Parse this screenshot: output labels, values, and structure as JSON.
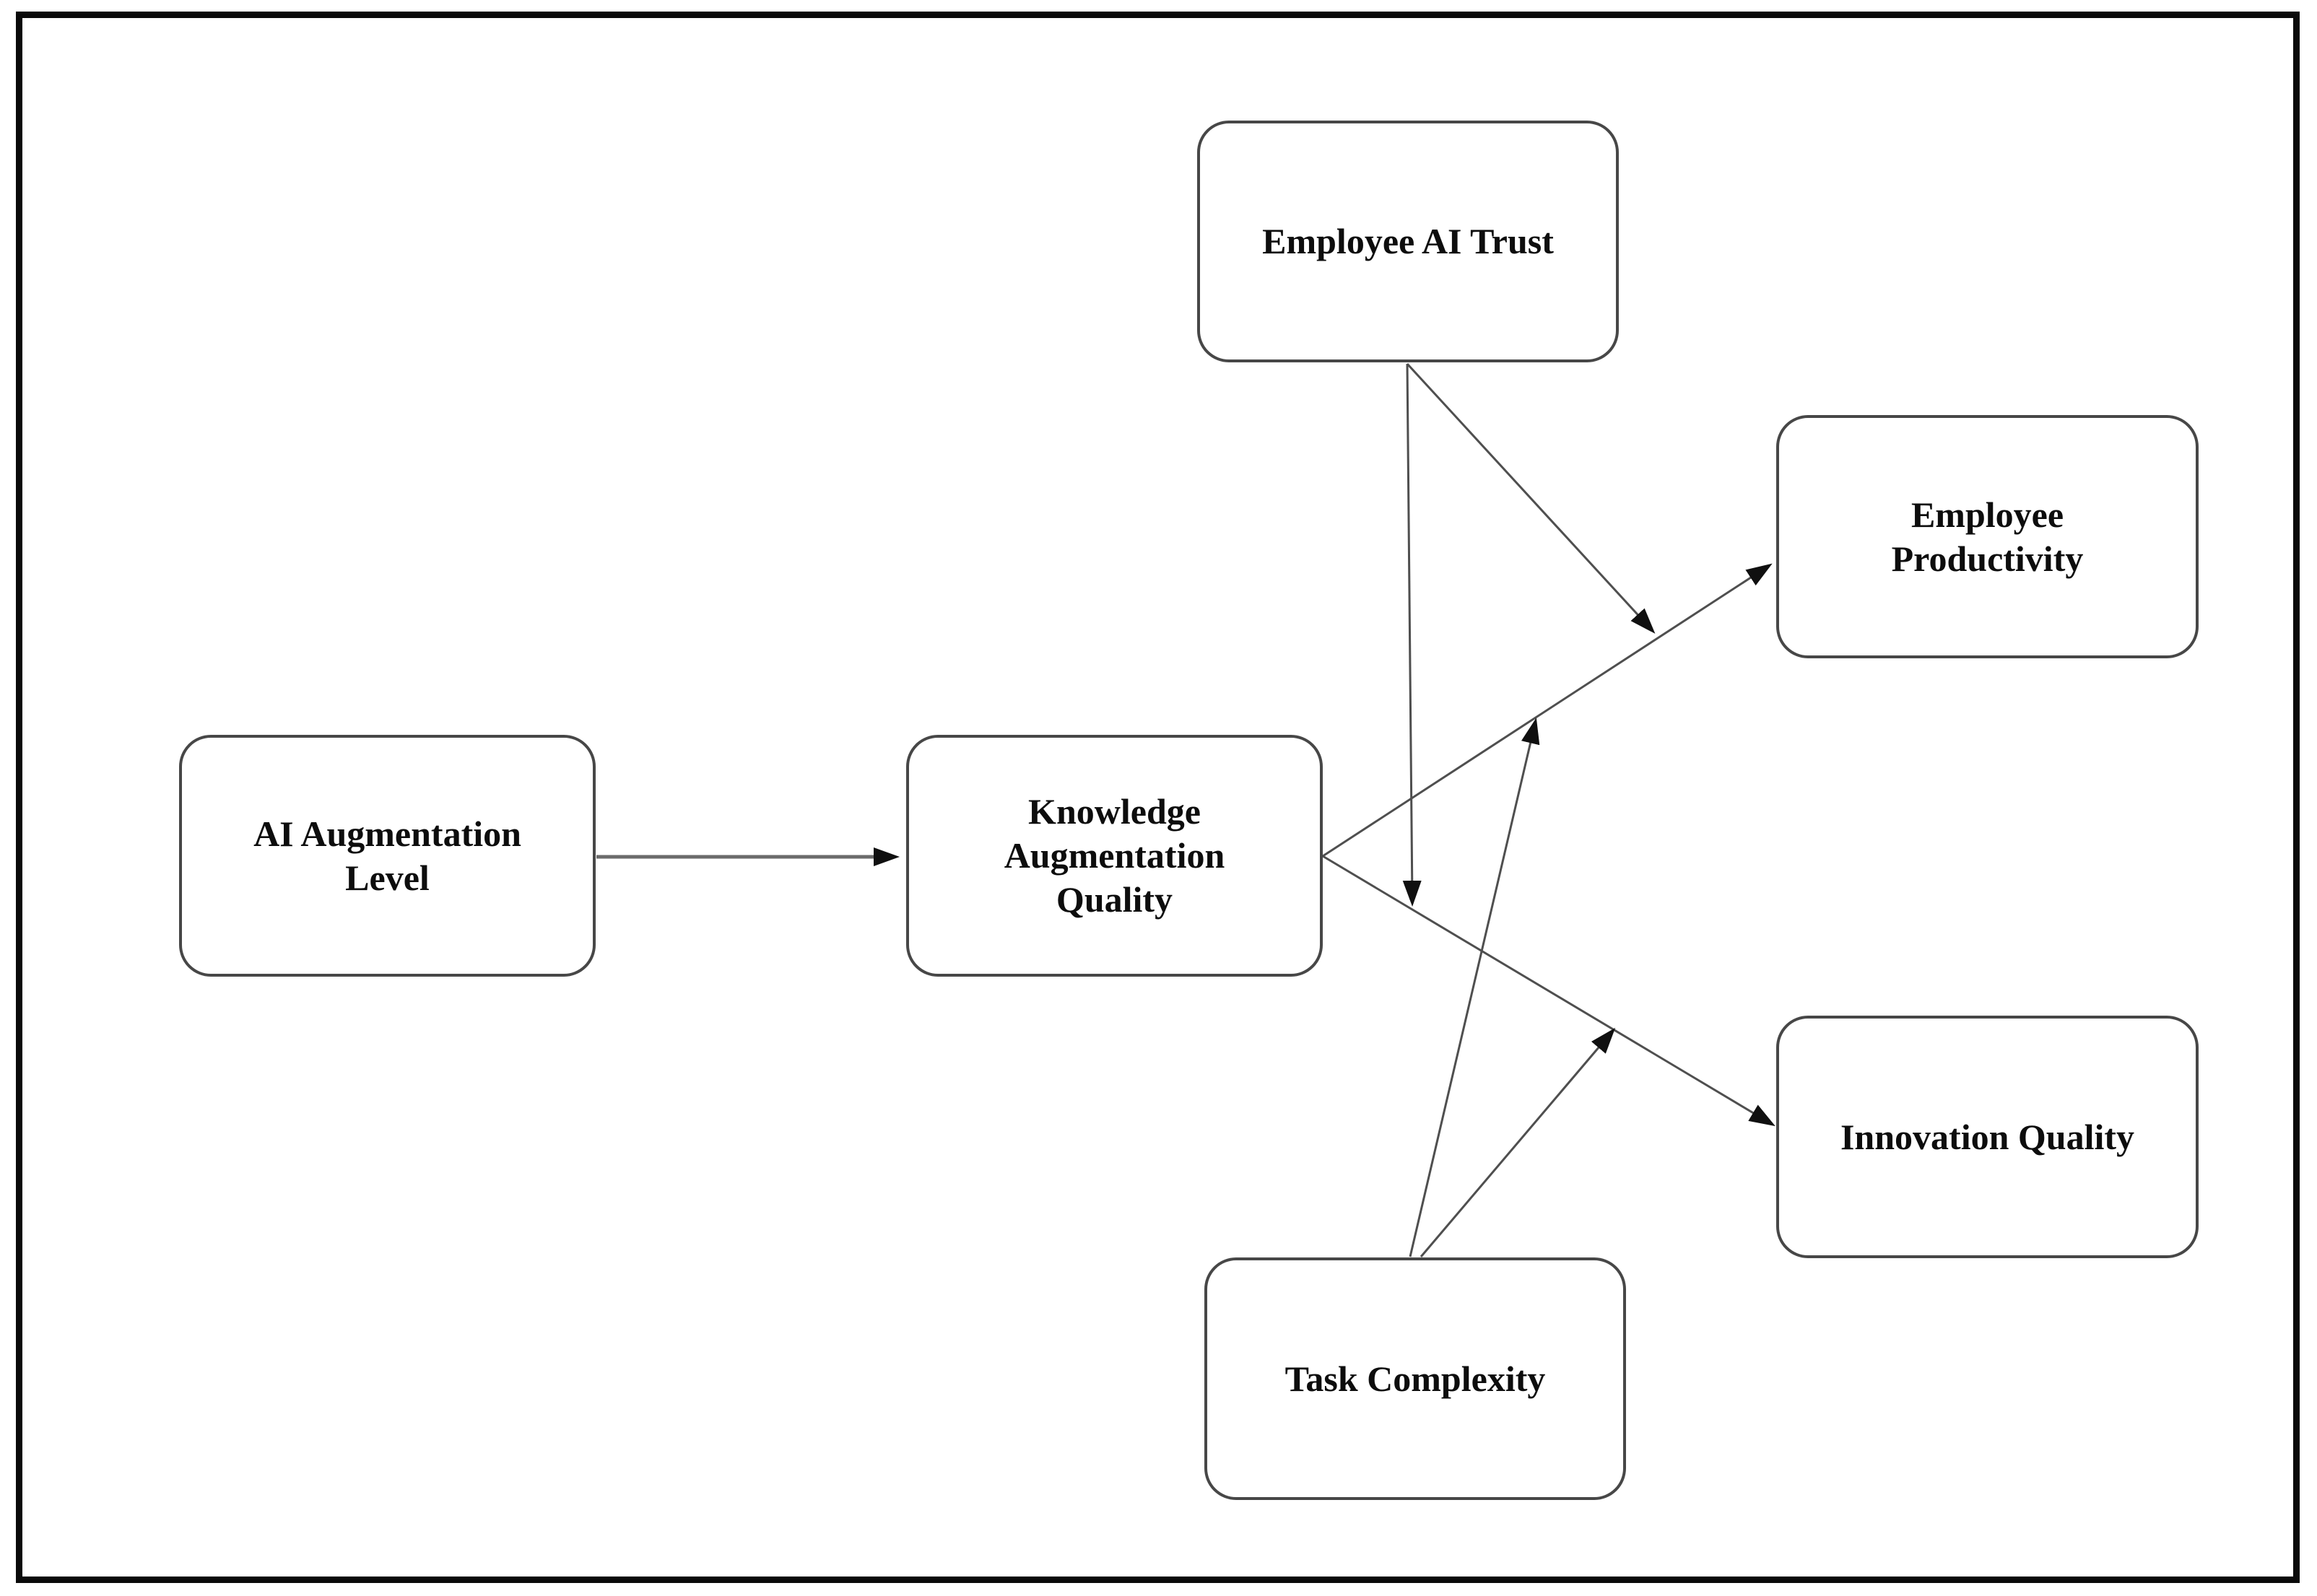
{
  "figure": {
    "type": "path-diagram",
    "colors": {
      "background": "#ffffff",
      "frame": "#0a0a0a",
      "box_fill": "#ffffff",
      "box_border": "#474747",
      "line": "#4f4f4f",
      "line_strong": "#6b6b6b",
      "arrow": "#101010",
      "text": "#0d0d0d"
    }
  },
  "nodes": [
    {
      "id": "ai-augmentation-level",
      "label": "AI Augmentation Level"
    },
    {
      "id": "knowledge-augmentation-quality",
      "label": "Knowledge Augmentation Quality"
    },
    {
      "id": "employee-ai-trust",
      "label": "Employee AI Trust"
    },
    {
      "id": "task-complexity",
      "label": "Task Complexity"
    },
    {
      "id": "employee-productivity",
      "label": "Employee Productivity"
    },
    {
      "id": "innovation-quality",
      "label": "Innovation Quality"
    }
  ],
  "edges": [
    {
      "from": "ai-augmentation-level",
      "to": "knowledge-augmentation-quality",
      "kind": "direct"
    },
    {
      "from": "knowledge-augmentation-quality",
      "to": "employee-productivity",
      "kind": "direct"
    },
    {
      "from": "knowledge-augmentation-quality",
      "to": "innovation-quality",
      "kind": "direct"
    },
    {
      "from": "employee-ai-trust",
      "to": "path: knowledge-augmentation-quality → innovation-quality",
      "kind": "moderation"
    },
    {
      "from": "employee-ai-trust",
      "to": "path: knowledge-augmentation-quality → employee-productivity",
      "kind": "moderation"
    },
    {
      "from": "task-complexity",
      "to": "path: knowledge-augmentation-quality → employee-productivity",
      "kind": "moderation"
    },
    {
      "from": "task-complexity",
      "to": "path: knowledge-augmentation-quality → innovation-quality",
      "kind": "moderation"
    }
  ]
}
